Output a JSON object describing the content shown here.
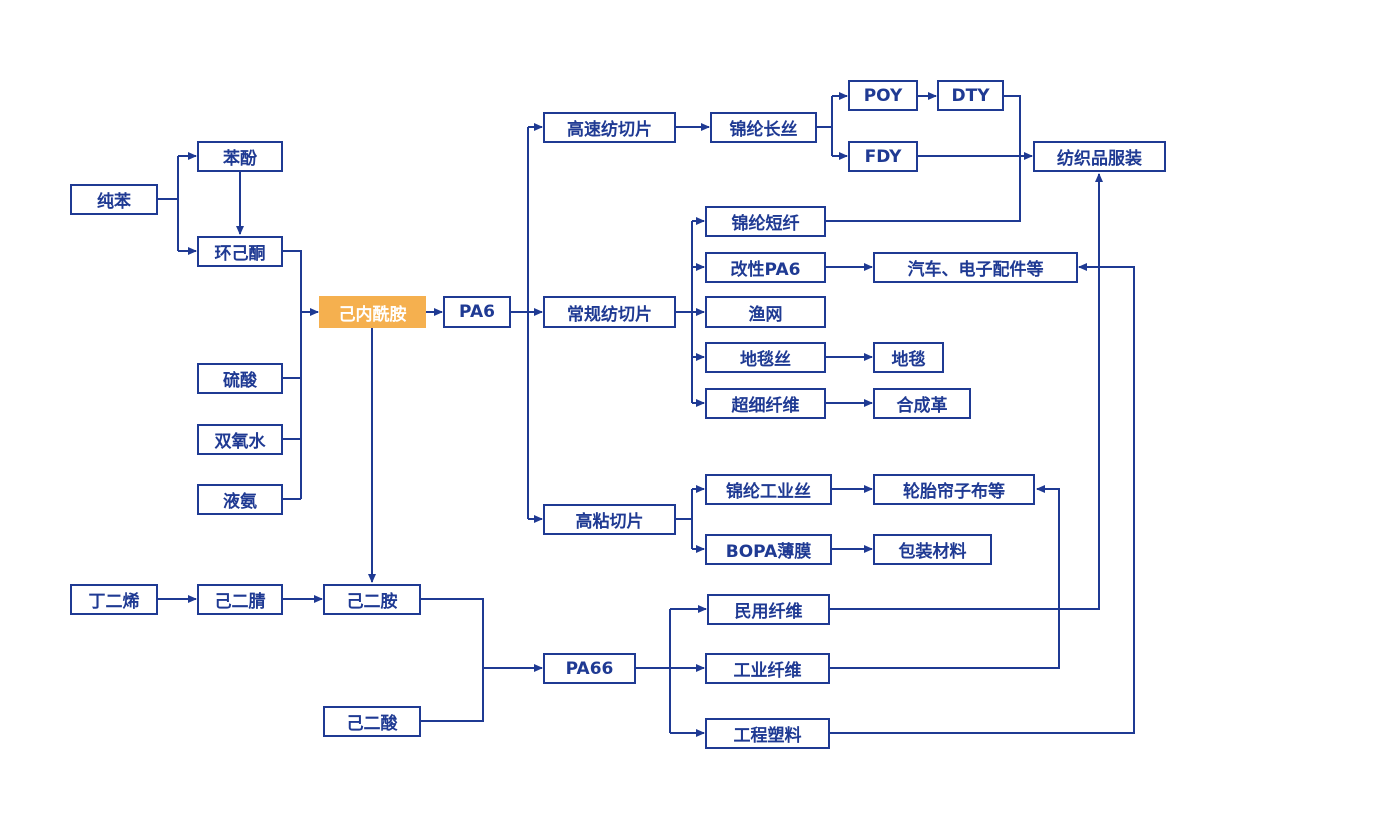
{
  "colors": {
    "line": "#1f3a93",
    "node_border": "#1f3a93",
    "highlight": "#f5b04f",
    "text": "#1f3a93"
  },
  "nodes": {
    "pure_benzene": "纯苯",
    "phenol": "苯酚",
    "cyclohexanone": "环己酮",
    "sulfuric_acid": "硫酸",
    "hydrogen_peroxide": "双氧水",
    "liquid_ammonia": "液氨",
    "caprolactam": "己内酰胺",
    "pa6": "PA6",
    "high_speed_chips": "高速纺切片",
    "nylon_filament": "锦纶长丝",
    "poy": "POY",
    "dty": "DTY",
    "fdy": "FDY",
    "textile_apparel": "纺织品服装",
    "regular_chips": "常规纺切片",
    "nylon_staple": "锦纶短纤",
    "modified_pa6": "改性PA6",
    "auto_electronics": "汽车、电子配件等",
    "fishing_net": "渔网",
    "carpet_yarn": "地毯丝",
    "carpet": "地毯",
    "microfiber": "超细纤维",
    "synthetic_leather": "合成革",
    "high_viscosity_chips": "高粘切片",
    "industrial_yarn": "锦纶工业丝",
    "tire_cord": "轮胎帘子布等",
    "bopa_film": "BOPA薄膜",
    "packaging": "包装材料",
    "butadiene": "丁二烯",
    "adiponitrile": "己二腈",
    "hexamethylenediamine": "己二胺",
    "adipic_acid": "己二酸",
    "pa66": "PA66",
    "civil_fiber": "民用纤维",
    "industrial_fiber": "工业纤维",
    "engineering_plastics": "工程塑料"
  }
}
